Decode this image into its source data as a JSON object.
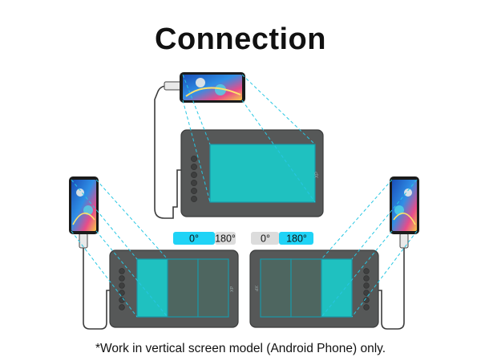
{
  "title": "Connection",
  "footnote": "*Work in vertical screen model (Android Phone) only.",
  "icons": {
    "phone": "phone-icon",
    "tablet": "pen-display-icon",
    "cable": "usb-cable-icon"
  },
  "colors": {
    "screen_fill": "#1fc1c0",
    "screen_dim": "#4e6660",
    "guide_line": "#27c7e3",
    "tablet_body": "#565858",
    "active_toggle": "#1fd3f6",
    "inactive_toggle": "#dcdcdc"
  },
  "toggles": {
    "left": {
      "first": "0°",
      "second": "180°",
      "active": "0°"
    },
    "right": {
      "first": "0°",
      "second": "180°",
      "active": "180°"
    }
  }
}
